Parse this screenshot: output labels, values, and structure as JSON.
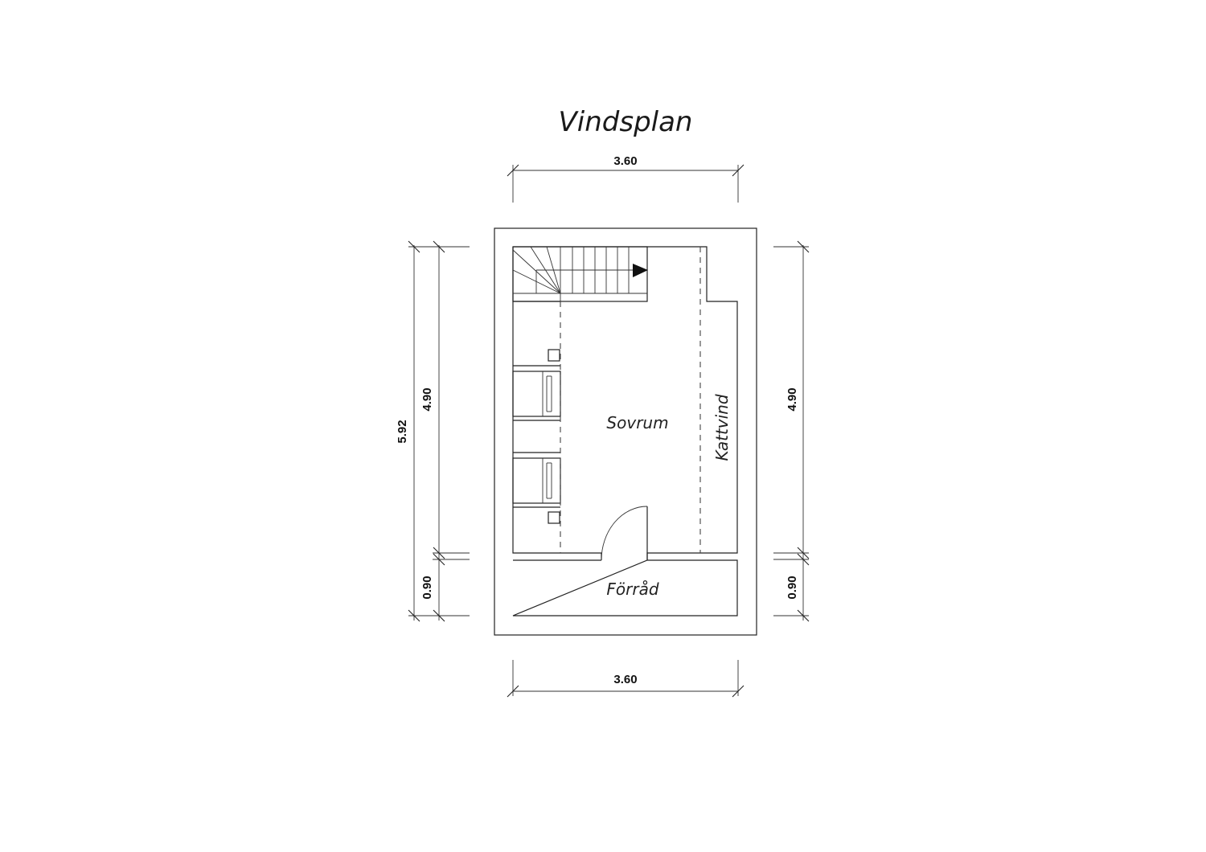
{
  "title": "Vindsplan",
  "rooms": {
    "sovrum": "Sovrum",
    "kattvind": "Kattvind",
    "forrad": "Förråd"
  },
  "dimensions": {
    "top_width": "3.60",
    "bottom_width": "3.60",
    "left_total": "5.92",
    "left_main": "4.90",
    "left_storage": "0.90",
    "right_main": "4.90",
    "right_storage": "0.90"
  }
}
